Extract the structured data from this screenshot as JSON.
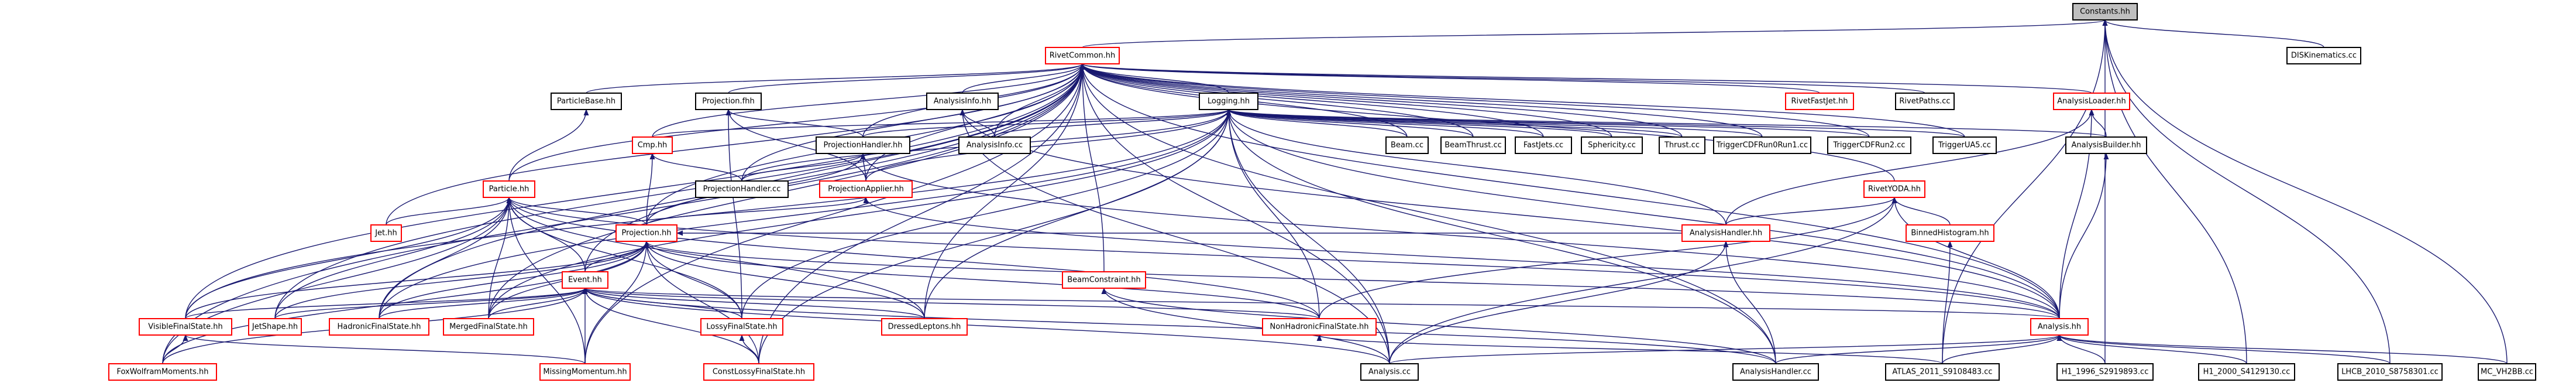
{
  "diagram": {
    "type": "include-dependency-graph",
    "colors": {
      "edge": "#191970",
      "root_fill": "#bfbfbf",
      "documented_border": "#000000",
      "undocumented_border": "#ff0000",
      "background": "#ffffff"
    },
    "nodes": [
      {
        "id": "constants",
        "label": "Constants.hh",
        "style": "root"
      },
      {
        "id": "diskin",
        "label": "DISKinematics.cc",
        "style": "plain"
      },
      {
        "id": "rivetcommon",
        "label": "RivetCommon.hh",
        "style": "red"
      },
      {
        "id": "particlebase",
        "label": "ParticleBase.hh",
        "style": "plain"
      },
      {
        "id": "projectionfhh",
        "label": "Projection.fhh",
        "style": "plain"
      },
      {
        "id": "analysisinfohh",
        "label": "AnalysisInfo.hh",
        "style": "plain"
      },
      {
        "id": "logging",
        "label": "Logging.hh",
        "style": "plain"
      },
      {
        "id": "rivetfastjet",
        "label": "RivetFastJet.hh",
        "style": "red"
      },
      {
        "id": "rivetpaths",
        "label": "RivetPaths.cc",
        "style": "plain"
      },
      {
        "id": "analysisloader",
        "label": "AnalysisLoader.hh",
        "style": "red"
      },
      {
        "id": "cmphh",
        "label": "Cmp.hh",
        "style": "red"
      },
      {
        "id": "projhandlerhh",
        "label": "ProjectionHandler.hh",
        "style": "plain"
      },
      {
        "id": "analysisinfocc",
        "label": "AnalysisInfo.cc",
        "style": "plain"
      },
      {
        "id": "beamcc",
        "label": "Beam.cc",
        "style": "plain"
      },
      {
        "id": "beamthrustcc",
        "label": "BeamThrust.cc",
        "style": "plain"
      },
      {
        "id": "fastjetscc",
        "label": "FastJets.cc",
        "style": "plain"
      },
      {
        "id": "sphericitycc",
        "label": "Sphericity.cc",
        "style": "plain"
      },
      {
        "id": "thrustcc",
        "label": "Thrust.cc",
        "style": "plain"
      },
      {
        "id": "trigrun1",
        "label": "TriggerCDFRun0Run1.cc",
        "style": "plain"
      },
      {
        "id": "trigrun2",
        "label": "TriggerCDFRun2.cc",
        "style": "plain"
      },
      {
        "id": "triggerua5",
        "label": "TriggerUA5.cc",
        "style": "plain"
      },
      {
        "id": "analysisbuilder",
        "label": "AnalysisBuilder.hh",
        "style": "plain"
      },
      {
        "id": "particlehh",
        "label": "Particle.hh",
        "style": "red"
      },
      {
        "id": "projhandlercc",
        "label": "ProjectionHandler.cc",
        "style": "plain"
      },
      {
        "id": "projapplier",
        "label": "ProjectionApplier.hh",
        "style": "red"
      },
      {
        "id": "rivetyoda",
        "label": "RivetYODA.hh",
        "style": "red"
      },
      {
        "id": "jethh",
        "label": "Jet.hh",
        "style": "red"
      },
      {
        "id": "projectionhh",
        "label": "Projection.hh",
        "style": "red"
      },
      {
        "id": "analysishandlerhh",
        "label": "AnalysisHandler.hh",
        "style": "red"
      },
      {
        "id": "binnedhisto",
        "label": "BinnedHistogram.hh",
        "style": "red"
      },
      {
        "id": "beamconstraint",
        "label": "BeamConstraint.hh",
        "style": "red"
      },
      {
        "id": "eventhh",
        "label": "Event.hh",
        "style": "red"
      },
      {
        "id": "visiblefs",
        "label": "VisibleFinalState.hh",
        "style": "red"
      },
      {
        "id": "jetshape",
        "label": "JetShape.hh",
        "style": "red"
      },
      {
        "id": "hadronicfs",
        "label": "HadronicFinalState.hh",
        "style": "red"
      },
      {
        "id": "mergedfs",
        "label": "MergedFinalState.hh",
        "style": "red"
      },
      {
        "id": "lossyfs",
        "label": "LossyFinalState.hh",
        "style": "red"
      },
      {
        "id": "dressedleptons",
        "label": "DressedLeptons.hh",
        "style": "red"
      },
      {
        "id": "nonhadronicfs",
        "label": "NonHadronicFinalState.hh",
        "style": "red"
      },
      {
        "id": "analysishh",
        "label": "Analysis.hh",
        "style": "red"
      },
      {
        "id": "foxwolfram",
        "label": "FoxWolframMoments.hh",
        "style": "red"
      },
      {
        "id": "missingmomentum",
        "label": "MissingMomentum.hh",
        "style": "red"
      },
      {
        "id": "constlossyfs",
        "label": "ConstLossyFinalState.hh",
        "style": "red"
      },
      {
        "id": "analysiscc",
        "label": "Analysis.cc",
        "style": "plain"
      },
      {
        "id": "analysishandlercc",
        "label": "AnalysisHandler.cc",
        "style": "plain"
      },
      {
        "id": "atlas2011",
        "label": "ATLAS_2011_S9108483.cc",
        "style": "plain"
      },
      {
        "id": "h1_1996",
        "label": "H1_1996_S2919893.cc",
        "style": "plain"
      },
      {
        "id": "h1_2000",
        "label": "H1_2000_S4129130.cc",
        "style": "plain"
      },
      {
        "id": "lhcb2010",
        "label": "LHCB_2010_S8758301.cc",
        "style": "plain"
      },
      {
        "id": "mc_vh2bb",
        "label": "MC_VH2BB.cc",
        "style": "plain"
      }
    ],
    "edges": [
      [
        "constants",
        "diskin"
      ],
      [
        "constants",
        "rivetcommon"
      ],
      [
        "constants",
        "atlas2011"
      ],
      [
        "constants",
        "h1_1996"
      ],
      [
        "constants",
        "h1_2000"
      ],
      [
        "constants",
        "lhcb2010"
      ],
      [
        "constants",
        "mc_vh2bb"
      ],
      [
        "rivetcommon",
        "particlebase"
      ],
      [
        "rivetcommon",
        "projectionfhh"
      ],
      [
        "rivetcommon",
        "analysisinfohh"
      ],
      [
        "rivetcommon",
        "logging"
      ],
      [
        "rivetcommon",
        "rivetfastjet"
      ],
      [
        "rivetcommon",
        "rivetpaths"
      ],
      [
        "rivetcommon",
        "analysisloader"
      ],
      [
        "rivetcommon",
        "cmphh"
      ],
      [
        "rivetcommon",
        "projhandlerhh"
      ],
      [
        "rivetcommon",
        "analysisinfocc"
      ],
      [
        "rivetcommon",
        "beamcc"
      ],
      [
        "rivetcommon",
        "beamthrustcc"
      ],
      [
        "rivetcommon",
        "fastjetscc"
      ],
      [
        "rivetcommon",
        "sphericitycc"
      ],
      [
        "rivetcommon",
        "thrustcc"
      ],
      [
        "rivetcommon",
        "trigrun1"
      ],
      [
        "rivetcommon",
        "trigrun2"
      ],
      [
        "rivetcommon",
        "triggerua5"
      ],
      [
        "rivetcommon",
        "particlehh"
      ],
      [
        "rivetcommon",
        "projhandlercc"
      ],
      [
        "rivetcommon",
        "projapplier"
      ],
      [
        "rivetcommon",
        "rivetyoda"
      ],
      [
        "rivetcommon",
        "jethh"
      ],
      [
        "rivetcommon",
        "projectionhh"
      ],
      [
        "rivetcommon",
        "beamconstraint"
      ],
      [
        "rivetcommon",
        "eventhh"
      ],
      [
        "rivetcommon",
        "visiblefs"
      ],
      [
        "rivetcommon",
        "jetshape"
      ],
      [
        "rivetcommon",
        "hadronicfs"
      ],
      [
        "rivetcommon",
        "mergedfs"
      ],
      [
        "rivetcommon",
        "dressedleptons"
      ],
      [
        "rivetcommon",
        "analysishh"
      ],
      [
        "rivetcommon",
        "foxwolfram"
      ],
      [
        "rivetcommon",
        "missingmomentum"
      ],
      [
        "rivetcommon",
        "constlossyfs"
      ],
      [
        "rivetcommon",
        "analysiscc"
      ],
      [
        "rivetcommon",
        "analysishandlercc"
      ],
      [
        "particlebase",
        "particlehh"
      ],
      [
        "projectionfhh",
        "projhandlerhh"
      ],
      [
        "projectionfhh",
        "projapplier"
      ],
      [
        "projectionfhh",
        "lossyfs"
      ],
      [
        "analysisinfohh",
        "analysisinfocc"
      ],
      [
        "analysisinfohh",
        "analysishh"
      ],
      [
        "analysisinfohh",
        "analysiscc"
      ],
      [
        "logging",
        "analysisinfocc"
      ],
      [
        "logging",
        "beamcc"
      ],
      [
        "logging",
        "beamthrustcc"
      ],
      [
        "logging",
        "fastjetscc"
      ],
      [
        "logging",
        "sphericitycc"
      ],
      [
        "logging",
        "thrustcc"
      ],
      [
        "logging",
        "trigrun1"
      ],
      [
        "logging",
        "trigrun2"
      ],
      [
        "logging",
        "triggerua5"
      ],
      [
        "logging",
        "analysisbuilder"
      ],
      [
        "logging",
        "projhandlercc"
      ],
      [
        "logging",
        "projapplier"
      ],
      [
        "logging",
        "projhandlerhh"
      ],
      [
        "logging",
        "cmphh"
      ],
      [
        "logging",
        "analysishandlerhh"
      ],
      [
        "logging",
        "analysiscc"
      ],
      [
        "logging",
        "visiblefs"
      ],
      [
        "logging",
        "mergedfs"
      ],
      [
        "logging",
        "lossyfs"
      ],
      [
        "logging",
        "dressedleptons"
      ],
      [
        "logging",
        "nonhadronicfs"
      ],
      [
        "logging",
        "constlossyfs"
      ],
      [
        "logging",
        "analysishh"
      ],
      [
        "logging",
        "analysishandlercc"
      ],
      [
        "logging",
        "hadronicfs"
      ],
      [
        "analysisloader",
        "analysisbuilder"
      ],
      [
        "analysisloader",
        "analysishh"
      ],
      [
        "analysisloader",
        "analysishandlerhh"
      ],
      [
        "analysisbuilder",
        "analysishh"
      ],
      [
        "cmphh",
        "projectionhh"
      ],
      [
        "cmphh",
        "projhandlercc"
      ],
      [
        "projhandlerhh",
        "projhandlercc"
      ],
      [
        "projhandlerhh",
        "projapplier"
      ],
      [
        "projhandlerhh",
        "projectionhh"
      ],
      [
        "projhandlerhh",
        "analysishh"
      ],
      [
        "particlehh",
        "jethh"
      ],
      [
        "particlehh",
        "projectionhh"
      ],
      [
        "particlehh",
        "eventhh"
      ],
      [
        "particlehh",
        "visiblefs"
      ],
      [
        "particlehh",
        "jetshape"
      ],
      [
        "particlehh",
        "hadronicfs"
      ],
      [
        "particlehh",
        "mergedfs"
      ],
      [
        "particlehh",
        "lossyfs"
      ],
      [
        "particlehh",
        "dressedleptons"
      ],
      [
        "particlehh",
        "nonhadronicfs"
      ],
      [
        "particlehh",
        "foxwolfram"
      ],
      [
        "particlehh",
        "missingmomentum"
      ],
      [
        "particlehh",
        "analysishh"
      ],
      [
        "projapplier",
        "projectionhh"
      ],
      [
        "projapplier",
        "analysishh"
      ],
      [
        "rivetyoda",
        "analysishandlerhh"
      ],
      [
        "rivetyoda",
        "binnedhisto"
      ],
      [
        "rivetyoda",
        "analysishh"
      ],
      [
        "rivetyoda",
        "analysiscc"
      ],
      [
        "rivetyoda",
        "nonhadronicfs"
      ],
      [
        "projectionhh",
        "eventhh"
      ],
      [
        "projectionhh",
        "visiblefs"
      ],
      [
        "projectionhh",
        "jetshape"
      ],
      [
        "projectionhh",
        "hadronicfs"
      ],
      [
        "projectionhh",
        "mergedfs"
      ],
      [
        "projectionhh",
        "lossyfs"
      ],
      [
        "projectionhh",
        "dressedleptons"
      ],
      [
        "projectionhh",
        "nonhadronicfs"
      ],
      [
        "projectionhh",
        "foxwolfram"
      ],
      [
        "projectionhh",
        "missingmomentum"
      ],
      [
        "projectionhh",
        "constlossyfs"
      ],
      [
        "projectionhh",
        "analysishandlerhh"
      ],
      [
        "projectionhh",
        "analysishh"
      ],
      [
        "analysishandlerhh",
        "analysiscc"
      ],
      [
        "analysishandlerhh",
        "analysishandlercc"
      ],
      [
        "binnedhisto",
        "atlas2011"
      ],
      [
        "beamconstraint",
        "analysiscc"
      ],
      [
        "beamconstraint",
        "analysishandlercc"
      ],
      [
        "eventhh",
        "visiblefs"
      ],
      [
        "eventhh",
        "jetshape"
      ],
      [
        "eventhh",
        "hadronicfs"
      ],
      [
        "eventhh",
        "mergedfs"
      ],
      [
        "eventhh",
        "lossyfs"
      ],
      [
        "eventhh",
        "dressedleptons"
      ],
      [
        "eventhh",
        "nonhadronicfs"
      ],
      [
        "eventhh",
        "foxwolfram"
      ],
      [
        "eventhh",
        "missingmomentum"
      ],
      [
        "eventhh",
        "constlossyfs"
      ],
      [
        "eventhh",
        "analysishh"
      ],
      [
        "eventhh",
        "analysiscc"
      ],
      [
        "eventhh",
        "analysishandlercc"
      ],
      [
        "visiblefs",
        "foxwolfram"
      ],
      [
        "visiblefs",
        "missingmomentum"
      ],
      [
        "lossyfs",
        "constlossyfs"
      ],
      [
        "nonhadronicfs",
        "atlas2011"
      ],
      [
        "analysishh",
        "analysiscc"
      ],
      [
        "analysishh",
        "analysishandlercc"
      ],
      [
        "analysishh",
        "atlas2011"
      ],
      [
        "analysishh",
        "h1_1996"
      ],
      [
        "analysishh",
        "h1_2000"
      ],
      [
        "analysishh",
        "lhcb2010"
      ],
      [
        "analysishh",
        "mc_vh2bb"
      ]
    ]
  }
}
